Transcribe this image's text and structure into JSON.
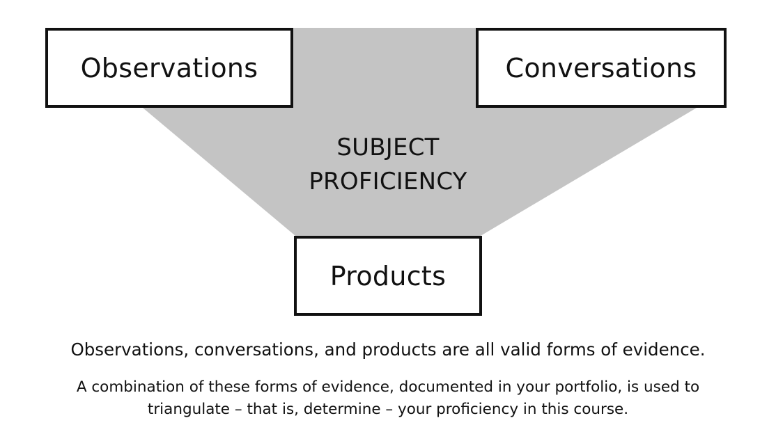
{
  "diagram": {
    "nodes": {
      "observations": "Observations",
      "conversations": "Conversations",
      "products": "Products"
    },
    "center": {
      "line1": "SUBJECT",
      "line2": "PROFICIENCY"
    },
    "colors": {
      "funnel_fill": "#c4c4c4",
      "border": "#111111",
      "text": "#111111"
    }
  },
  "captions": {
    "main": "Observations, conversations, and products are all valid forms of evidence.",
    "detail_line1": "A combination of these forms of evidence, documented in your portfolio, is used to",
    "detail_line2": "triangulate – that is, determine – your proficiency in this course."
  }
}
